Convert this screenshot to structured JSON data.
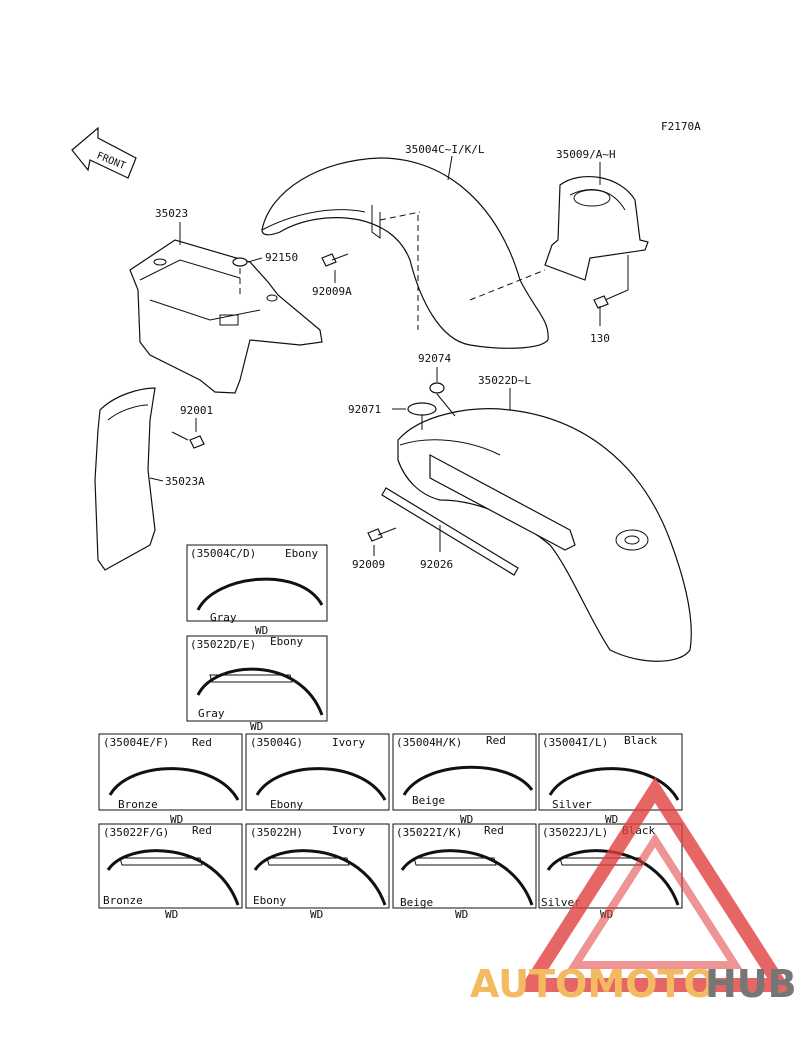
{
  "diagram_code": "F2170A",
  "front_label": "FRONT",
  "parts": {
    "p35004C": "35004C~I/K/L",
    "p35009": "35009/A~H",
    "p35023": "35023",
    "p92150": "92150",
    "p92009A": "92009A",
    "p130": "130",
    "p92074": "92074",
    "p35022D": "35022D~L",
    "p92071": "92071",
    "p92001": "92001",
    "p35023A": "35023A",
    "p92009": "92009",
    "p92026": "92026"
  },
  "variants": [
    {
      "code": "(35004C/D)",
      "top_color": "Ebony",
      "bottom_color": "Gray",
      "note": "WD"
    },
    {
      "code": "(35022D/E)",
      "top_color": "Ebony",
      "bottom_color": "Gray",
      "note": "WD"
    },
    {
      "code": "(35004E/F)",
      "top_color": "Red",
      "bottom_color": "Bronze",
      "note": "WD"
    },
    {
      "code": "(35004G)",
      "top_color": "Ivory",
      "bottom_color": "Ebony",
      "note": ""
    },
    {
      "code": "(35004H/K)",
      "top_color": "Red",
      "bottom_color": "Beige",
      "note": "WD"
    },
    {
      "code": "(35004I/L)",
      "top_color": "Black",
      "bottom_color": "Silver",
      "note": "WD"
    },
    {
      "code": "(35022F/G)",
      "top_color": "Red",
      "bottom_color": "Bronze",
      "note": "WD"
    },
    {
      "code": "(35022H)",
      "top_color": "Ivory",
      "bottom_color": "Ebony",
      "note": "WD"
    },
    {
      "code": "(35022I/K)",
      "top_color": "Red",
      "bottom_color": "Beige",
      "note": "WD"
    },
    {
      "code": "(35022J/L)",
      "top_color": "Black",
      "bottom_color": "Silver",
      "note": "WD"
    }
  ],
  "watermark": {
    "text_auto": "AUTOMOTO",
    "text_hub": "HUB",
    "color_auto": "#f2a93a",
    "color_hub": "#555555",
    "triangle_color": "#e04040"
  }
}
